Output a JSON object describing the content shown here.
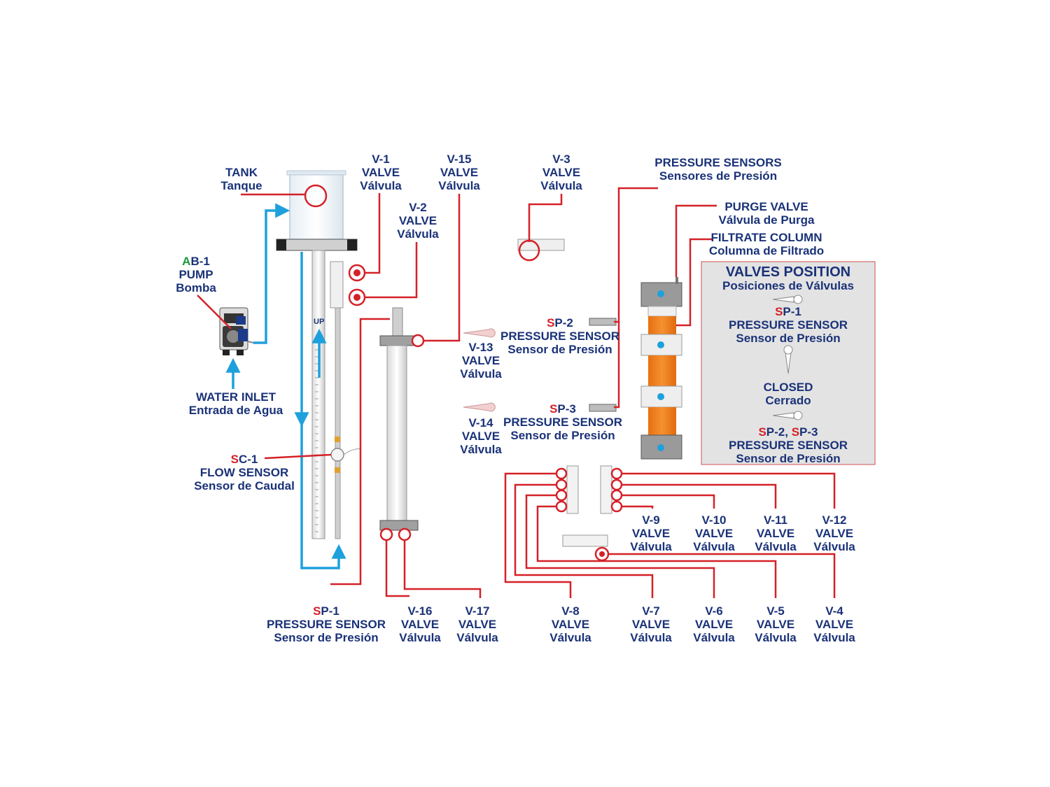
{
  "tank": {
    "code": "TANK",
    "name_es": "Tanque"
  },
  "pump": {
    "code_prefix": "A",
    "code_rest": "B-1",
    "name_en": "PUMP",
    "name_es": "Bomba"
  },
  "water_inlet": {
    "name_en": "WATER INLET",
    "name_es": "Entrada de Agua"
  },
  "flow_sensor": {
    "code_prefix": "S",
    "code_rest": "C-1",
    "name_en": "FLOW SENSOR",
    "name_es": "Sensor de Caudal"
  },
  "column_marking": "UP",
  "sp1": {
    "code_prefix": "S",
    "code_rest": "P-1",
    "name_en": "PRESSURE SENSOR",
    "name_es": "Sensor de Presión"
  },
  "sp2": {
    "code_prefix": "S",
    "code_rest": "P-2",
    "name_en": "PRESSURE SENSOR",
    "name_es": "Sensor de Presión"
  },
  "sp3": {
    "code_prefix": "S",
    "code_rest": "P-3",
    "name_en": "PRESSURE SENSOR",
    "name_es": "Sensor de Presión"
  },
  "pressure_sensors": {
    "name_en": "PRESSURE SENSORS",
    "name_es": "Sensores de Presión"
  },
  "purge_valve": {
    "name_en": "PURGE VALVE",
    "name_es": "Válvula de Purga"
  },
  "filtrate_column": {
    "name_en": "FILTRATE COLUMN",
    "name_es": "Columna de Filtrado"
  },
  "valve_word_en": "VALVE",
  "valve_word_es": "Válvula",
  "valves": {
    "v1": "V-1",
    "v2": "V-2",
    "v3": "V-3",
    "v4": "V-4",
    "v5": "V-5",
    "v6": "V-6",
    "v7": "V-7",
    "v8": "V-8",
    "v9": "V-9",
    "v10": "V-10",
    "v11": "V-11",
    "v12": "V-12",
    "v13": "V-13",
    "v14": "V-14",
    "v15": "V-15",
    "v16": "V-16",
    "v17": "V-17"
  },
  "valves_position": {
    "title_en": "VALVES POSITION",
    "title_es": "Posiciones de Válvulas",
    "sp1_prefix": "S",
    "sp1_rest": "P-1",
    "sensor_en": "PRESSURE SENSOR",
    "sensor_es": "Sensor de Presión",
    "closed_en": "CLOSED",
    "closed_es": "Cerrado",
    "sp23_prefix_a": "S",
    "sp23_rest_a": "P-2, ",
    "sp23_prefix_b": "S",
    "sp23_rest_b": "P-3"
  },
  "colors": {
    "label": "#1a3278",
    "leader": "#d42128",
    "flow": "#1ea0dc",
    "filter": "#f08020",
    "accent_green": "#1b9a3a"
  }
}
